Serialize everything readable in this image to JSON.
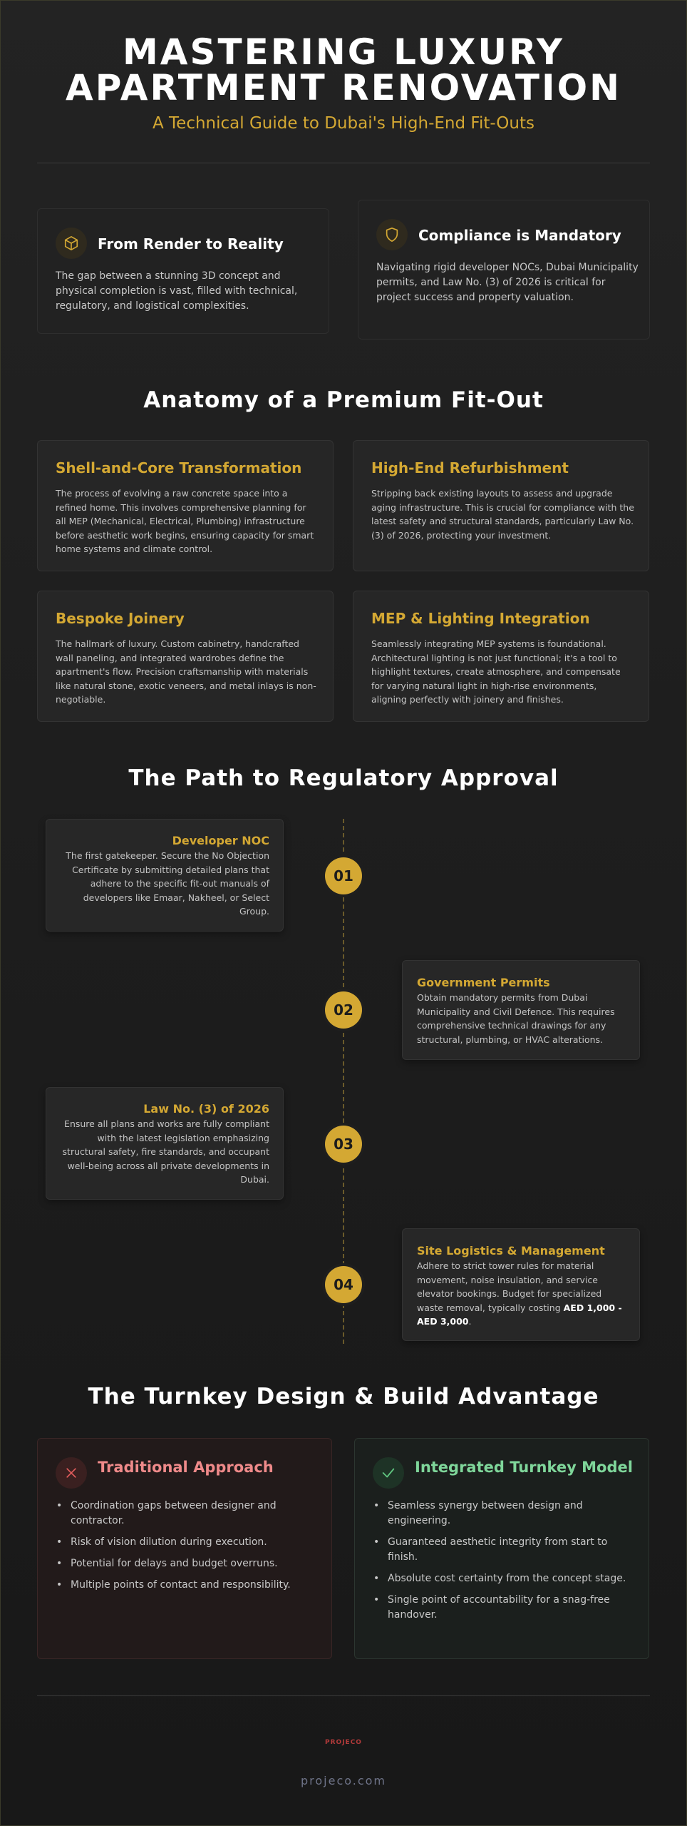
{
  "header": {
    "title_line1": "MASTERING LUXURY",
    "title_line2": "APARTMENT RENOVATION",
    "subtitle": "A Technical Guide to Dubai's High-End Fit-Outs"
  },
  "intro": [
    {
      "icon": "cube-icon",
      "title": "From Render to Reality",
      "text": "The gap between a stunning 3D concept and physical completion is vast, filled with technical, regulatory, and logistical complexities."
    },
    {
      "icon": "shield-icon",
      "title": "Compliance is Mandatory",
      "text": "Navigating rigid developer NOCs, Dubai Municipality permits, and Law No. (3) of 2026 is critical for project success and property valuation."
    }
  ],
  "anatomy": {
    "title": "Anatomy of a Premium Fit-Out",
    "cards": [
      {
        "title": "Shell-and-Core Transformation",
        "text": "The process of evolving a raw concrete space into a refined home. This involves comprehensive planning for all MEP (Mechanical, Electrical, Plumbing) infrastructure before aesthetic work begins, ensuring capacity for smart home systems and climate control."
      },
      {
        "title": "High-End Refurbishment",
        "text": "Stripping back existing layouts to assess and upgrade aging infrastructure. This is crucial for compliance with the latest safety and structural standards, particularly Law No. (3) of 2026, protecting your investment."
      },
      {
        "title": "Bespoke Joinery",
        "text": "The hallmark of luxury. Custom cabinetry, handcrafted wall paneling, and integrated wardrobes define the apartment's flow. Precision craftsmanship with materials like natural stone, exotic veneers, and metal inlays is non-negotiable."
      },
      {
        "title": "MEP & Lighting Integration",
        "text": "Seamlessly integrating MEP systems is foundational. Architectural lighting is not just functional; it's a tool to highlight textures, create atmosphere, and compensate for varying natural light in high-rise environments, aligning perfectly with joinery and finishes."
      }
    ]
  },
  "path": {
    "title": "The Path to Regulatory Approval",
    "steps": [
      {
        "num": "01",
        "title": "Developer NOC",
        "text": "The first gatekeeper. Secure the No Objection Certificate by submitting detailed plans that adhere to the specific fit-out manuals of developers like Emaar, Nakheel, or Select Group."
      },
      {
        "num": "02",
        "title": "Government Permits",
        "text": "Obtain mandatory permits from Dubai Municipality and Civil Defence. This requires comprehensive technical drawings for any structural, plumbing, or HVAC alterations."
      },
      {
        "num": "03",
        "title": "Law No. (3) of 2026",
        "text": "Ensure all plans and works are fully compliant with the latest legislation emphasizing structural safety, fire standards, and occupant well-being across all private developments in Dubai."
      },
      {
        "num": "04",
        "title": "Site Logistics & Management",
        "text": "Adhere to strict tower rules for material movement, noise insulation, and service elevator bookings. Budget for specialized waste removal, typically costing ",
        "highlight": "AED 1,000 - AED 3,000",
        "text_end": "."
      }
    ]
  },
  "turnkey": {
    "title": "The Turnkey Design & Build Advantage",
    "traditional": {
      "icon": "close-icon",
      "title": "Traditional Approach",
      "color": "#ef8a8a",
      "items": [
        "Coordination gaps between designer and contractor.",
        "Risk of vision dilution during execution.",
        "Potential for delays and budget overruns.",
        "Multiple points of contact and responsibility."
      ]
    },
    "integrated": {
      "icon": "check-icon",
      "title": "Integrated Turnkey Model",
      "color": "#7fd69a",
      "items": [
        "Seamless synergy between design and engineering.",
        "Guaranteed aesthetic integrity from start to finish.",
        "Absolute cost certainty from the concept stage.",
        "Single point of accountability for a snag-free handover."
      ]
    }
  },
  "footer": {
    "logo_text": "PROJECO",
    "url": "projeco.com"
  },
  "colors": {
    "accent": "#d4a833",
    "background": "#1e1e1e"
  }
}
